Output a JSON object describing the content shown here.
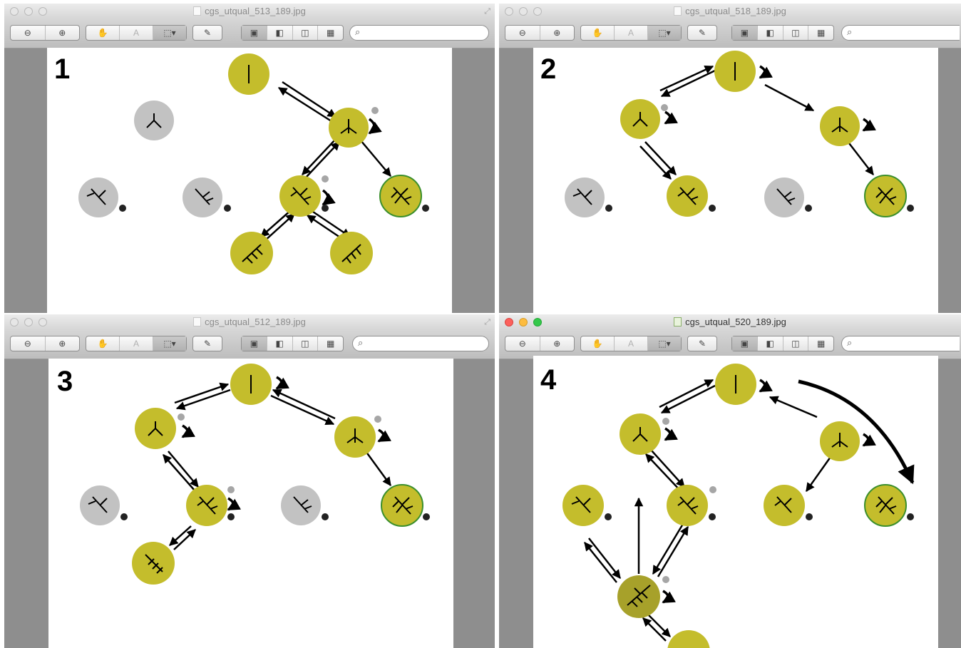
{
  "windows": [
    {
      "id": "w1",
      "title": "cgs_utqual_513_189.jpg",
      "active": false,
      "panel_number": "1"
    },
    {
      "id": "w2",
      "title": "cgs_utqual_518_189.jpg",
      "active": false,
      "panel_number": "2"
    },
    {
      "id": "w3",
      "title": "cgs_utqual_512_189.jpg",
      "active": false,
      "panel_number": "3"
    },
    {
      "id": "w4",
      "title": "cgs_utqual_520_189.jpg",
      "active": true,
      "panel_number": "4"
    }
  ],
  "toolbar_icons": {
    "zoom_out": "zoom-out-icon",
    "zoom_in": "zoom-in-icon",
    "move": "hand-icon",
    "text": "text-select-icon",
    "select": "rect-select-icon",
    "annotate": "pencil-icon",
    "view_single": "single-page-icon",
    "view_sidebar": "thumbnail-sidebar-icon",
    "view_two": "two-page-icon",
    "view_contact": "contact-sheet-icon",
    "search": "search-icon"
  },
  "colors": {
    "node_active": "#c4bd2c",
    "node_dark": "#a7a12a",
    "node_inactive": "#c2c2c2",
    "node_selected_ring": "#3b8f2c",
    "badge": "#a6a6a6"
  }
}
